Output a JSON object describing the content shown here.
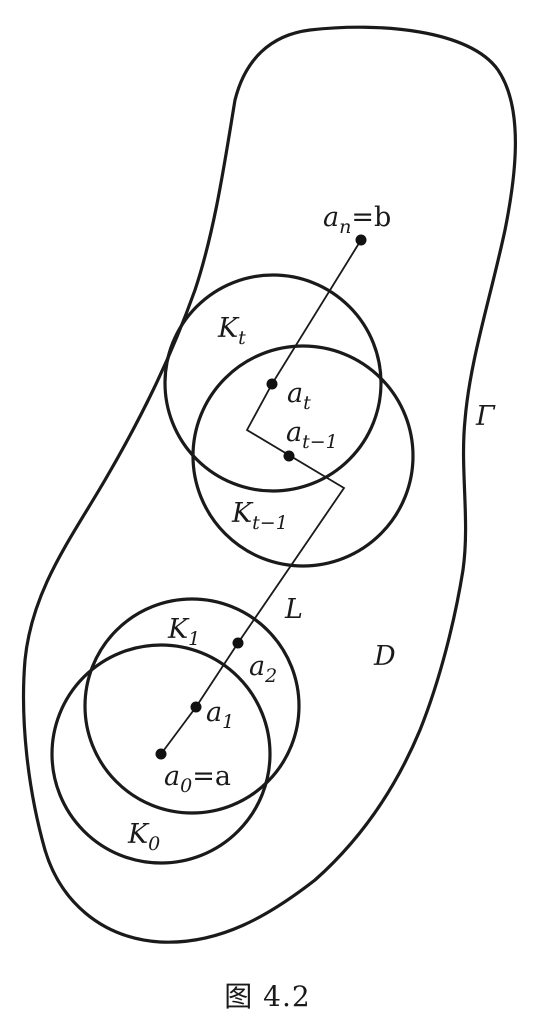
{
  "labels": {
    "boundary": "Γ",
    "domain": "D",
    "polyline": "L",
    "an_main": "a",
    "an_sub": "n",
    "an_eq": "=b",
    "Kt_main": "K",
    "Kt_sub": "t",
    "at_main": "a",
    "at_sub": "t",
    "atm1_main": "a",
    "atm1_sub": "t−1",
    "Ktm1_main": "K",
    "Ktm1_sub": "t−1",
    "K1_main": "K",
    "K1_sub": "1",
    "a2_main": "a",
    "a2_sub": "2",
    "a1_main": "a",
    "a1_sub": "1",
    "a0_main": "a",
    "a0_sub": "0",
    "a0_eq": "=a",
    "K0_main": "K",
    "K0_sub": "0"
  },
  "caption": "图 4.2"
}
